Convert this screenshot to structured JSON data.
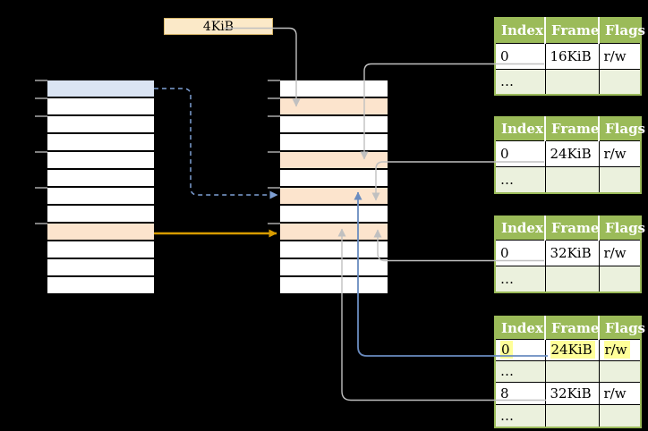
{
  "colors": {
    "background": "#000000",
    "table_header_bg": "#9bbb59",
    "table_border": "#9bbb59",
    "table_row_shaded": "#ebf1dd",
    "stack_row_plain": "#ffffff",
    "stack_row_blue": "#dae4f3",
    "stack_row_orange": "#fce4cd",
    "label_box_bg": "#fbe9c8",
    "label_box_border": "#d8b76a",
    "highlight_yellow": "#ffff99",
    "connector_gray": "#c0c0c0",
    "connector_blue": "#6a8cc0",
    "connector_blue_dashed": "#7e9fd4",
    "connector_orange": "#d79b00",
    "tick_gray": "#7f7f7f"
  },
  "label_4kib": {
    "text": "4KiB"
  },
  "left_stack": {
    "rows": [
      "blue",
      "plain",
      "plain",
      "plain",
      "plain",
      "plain",
      "plain",
      "plain",
      "orange",
      "plain",
      "plain",
      "plain"
    ]
  },
  "middle_stack": {
    "rows": [
      "plain",
      "orange",
      "plain",
      "plain",
      "orange",
      "plain",
      "orange",
      "plain",
      "orange",
      "plain",
      "plain",
      "plain"
    ]
  },
  "page_tables": [
    {
      "name": "page-table-16kib",
      "headers": [
        "Index",
        "Frame",
        "Flags"
      ],
      "rows": [
        {
          "cells": [
            "0",
            "16KiB",
            "r/w"
          ],
          "shaded": false,
          "highlighted": false
        },
        {
          "cells": [
            "…",
            "",
            ""
          ],
          "shaded": true,
          "highlighted": false
        }
      ]
    },
    {
      "name": "page-table-24kib",
      "headers": [
        "Index",
        "Frame",
        "Flags"
      ],
      "rows": [
        {
          "cells": [
            "0",
            "24KiB",
            "r/w"
          ],
          "shaded": false,
          "highlighted": false
        },
        {
          "cells": [
            "…",
            "",
            ""
          ],
          "shaded": true,
          "highlighted": false
        }
      ]
    },
    {
      "name": "page-table-32kib",
      "headers": [
        "Index",
        "Frame",
        "Flags"
      ],
      "rows": [
        {
          "cells": [
            "0",
            "32KiB",
            "r/w"
          ],
          "shaded": false,
          "highlighted": false
        },
        {
          "cells": [
            "…",
            "",
            ""
          ],
          "shaded": true,
          "highlighted": false
        }
      ]
    },
    {
      "name": "page-table-second-level",
      "headers": [
        "Index",
        "Frame",
        "Flags"
      ],
      "rows": [
        {
          "cells": [
            "0",
            "24KiB",
            "r/w"
          ],
          "shaded": false,
          "highlighted": true
        },
        {
          "cells": [
            "…",
            "",
            ""
          ],
          "shaded": true,
          "highlighted": false
        },
        {
          "cells": [
            "8",
            "32KiB",
            "r/w"
          ],
          "shaded": false,
          "highlighted": false
        },
        {
          "cells": [
            "…",
            "",
            ""
          ],
          "shaded": true,
          "highlighted": false
        }
      ]
    }
  ],
  "connectors": [
    {
      "name": "arrow-4kib-to-physical-frame",
      "color": "connector_gray",
      "style": "solid"
    },
    {
      "name": "arrow-table1-entry0-to-frame-16kib",
      "color": "connector_gray",
      "style": "solid"
    },
    {
      "name": "arrow-table2-entry0-to-frame-24kib",
      "color": "connector_gray",
      "style": "solid"
    },
    {
      "name": "arrow-table3-entry0-to-frame-32kib",
      "color": "connector_gray",
      "style": "solid"
    },
    {
      "name": "arrow-table4-entry0-to-frame-24kib",
      "color": "connector_blue",
      "style": "solid"
    },
    {
      "name": "arrow-table4-entry8-to-frame-32kib",
      "color": "connector_gray",
      "style": "solid"
    },
    {
      "name": "arrow-virtual-page-to-frame-dashed",
      "color": "connector_blue_dashed",
      "style": "dashed"
    },
    {
      "name": "arrow-virtual-page-to-frame-solid",
      "color": "connector_orange",
      "style": "solid"
    }
  ]
}
